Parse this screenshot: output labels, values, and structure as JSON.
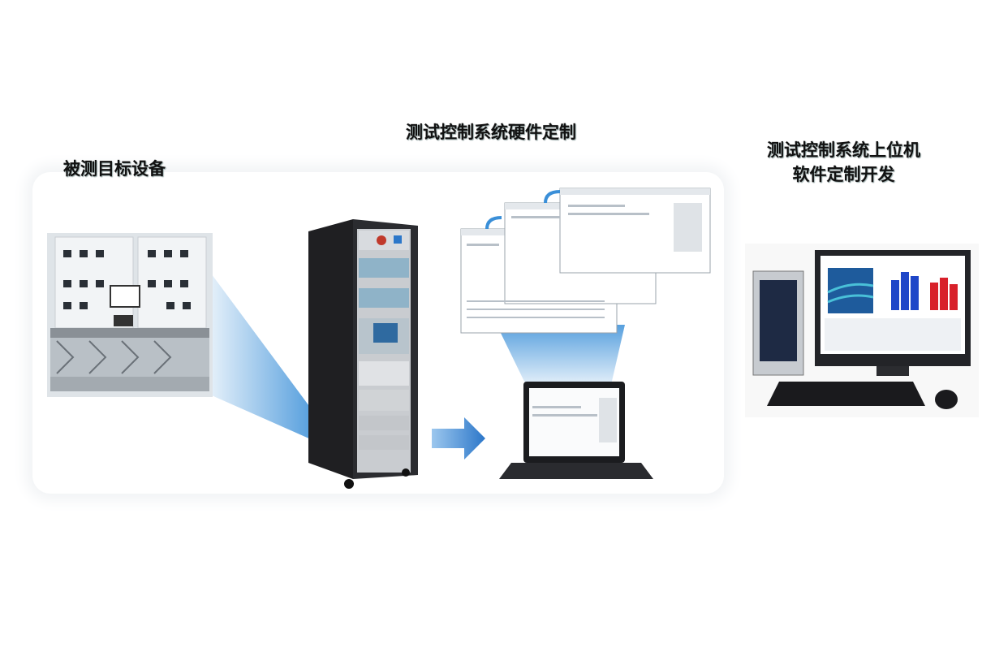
{
  "labels": {
    "test_bed": "被测目标设备",
    "hardware": "测试控制系统硬件定制",
    "software_line1": "测试控制系统上位机",
    "software_line2": "软件定制开发"
  },
  "icons": {
    "cabinet": "server-rack-icon",
    "arrow": "right-arrow-icon",
    "laptop": "laptop-icon",
    "pc": "desktop-pc-icon",
    "test_bench": "test-bench-icon"
  },
  "colors": {
    "beam_blue": "#3a8fd8",
    "arrow_blue": "#2c77c9",
    "chart_blue": "#1e46c8",
    "chart_red": "#d8202a"
  }
}
